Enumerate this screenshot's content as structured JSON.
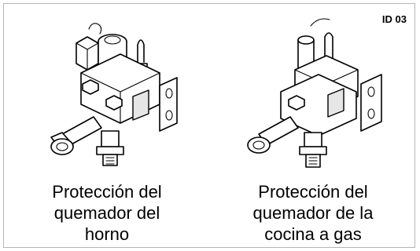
{
  "id_label": "ID 03",
  "items": [
    {
      "caption": [
        "Protección del",
        "quemador del",
        "horno"
      ],
      "icon": "oven-burner-safety-valve-icon"
    },
    {
      "caption": [
        "Protección del",
        "quemador de la",
        "cocina a gas"
      ],
      "icon": "hob-burner-safety-valve-icon"
    }
  ]
}
